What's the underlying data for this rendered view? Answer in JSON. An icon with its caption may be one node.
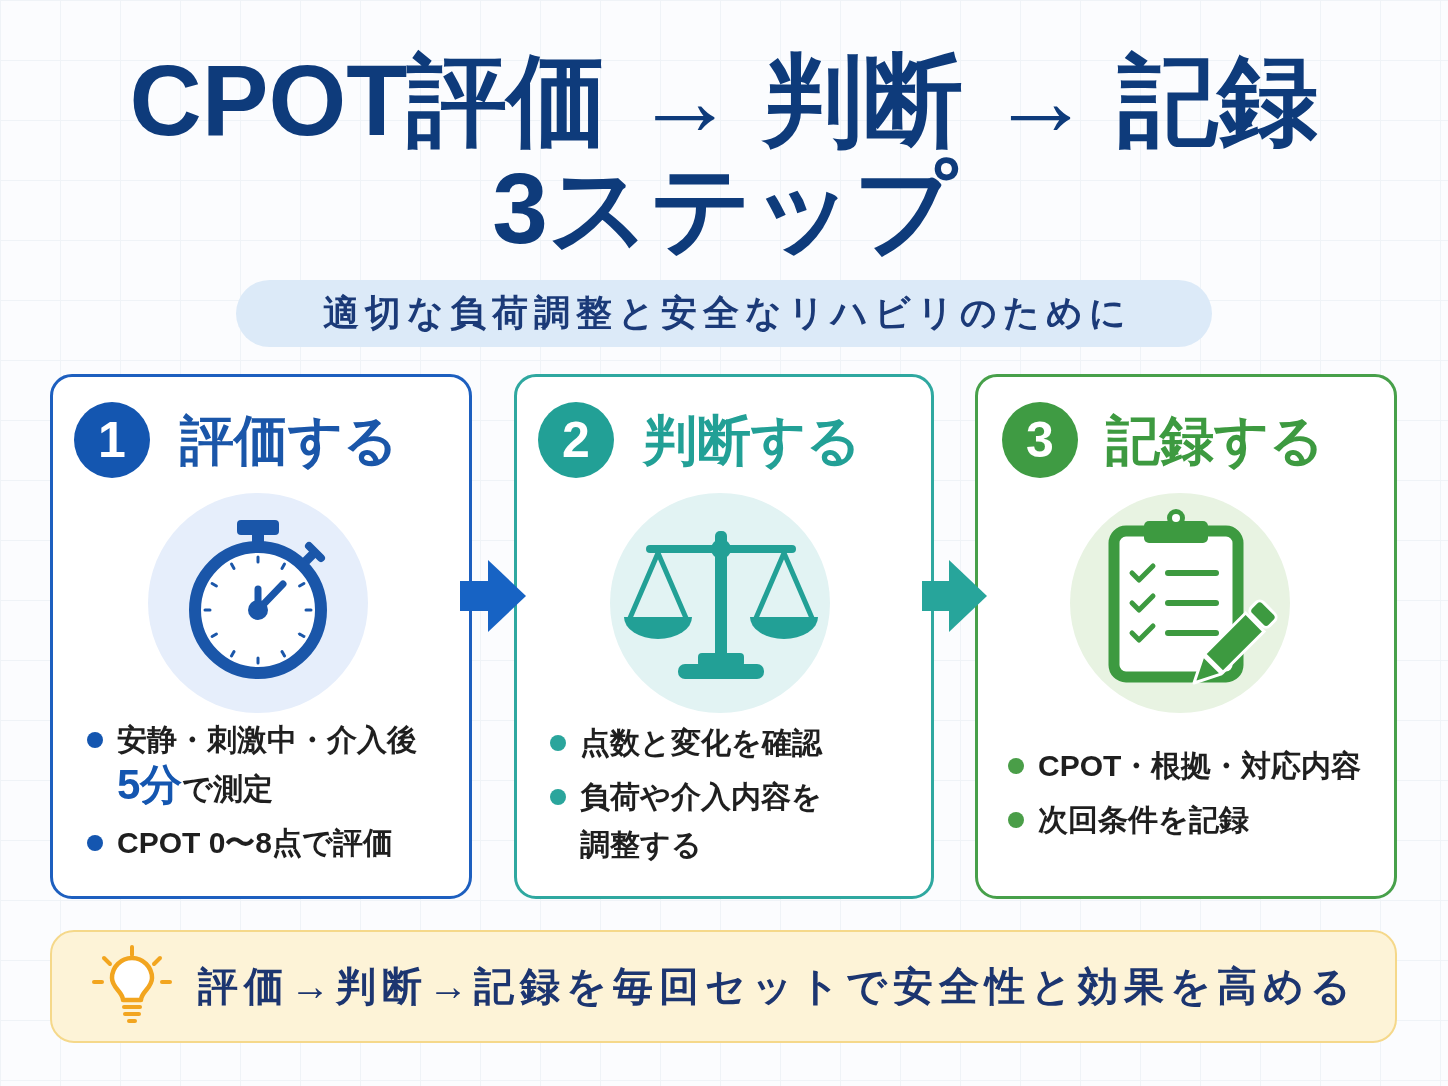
{
  "diagram": {
    "title": "CPOT評価 → 判断 → 記録 3ステップ",
    "nodes": [
      {
        "text": [
          "適切な負荷調整と安全なリハビリのために"
        ]
      },
      {
        "text": [
          "評価する",
          "安静・刺激中・介入後**5分**で測定",
          "CPOT 0〜8点で評価"
        ]
      },
      {
        "text": [
          "1"
        ],
        "in": 1
      },
      {
        "text": [
          "判断する",
          "点数と変化を確認",
          "負荷や介入内容を調整する"
        ]
      },
      {
        "text": [
          "2"
        ],
        "in": 3
      },
      {
        "text": [
          "記録する",
          "CPOT・根拠・対応内容",
          "次回条件を記録"
        ]
      },
      {
        "text": [
          "3"
        ],
        "in": 5
      },
      {
        "text": [
          "評価→判断→記録を毎回セットで安全性と効果を高める"
        ]
      }
    ],
    "edges": [
      {
        "from": 1,
        "to": 3,
        "arrow": "to",
        "color": "#1763c4"
      },
      {
        "from": 3,
        "to": 5,
        "arrow": "to",
        "color": "#27a59b"
      }
    ]
  }
}
